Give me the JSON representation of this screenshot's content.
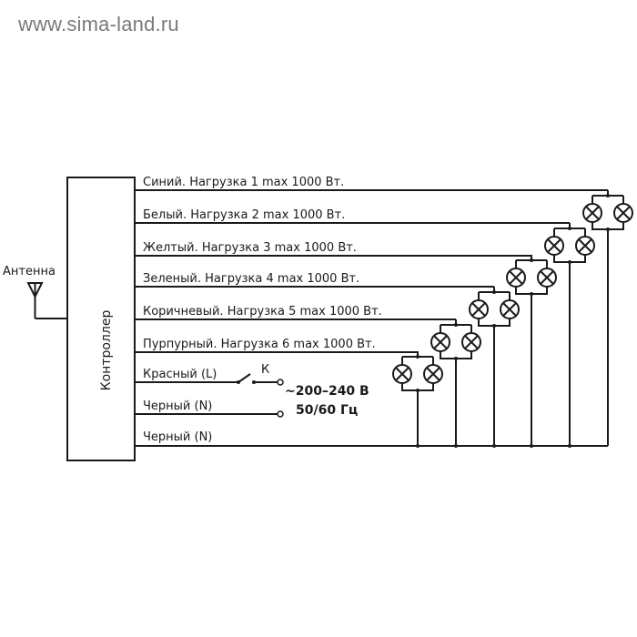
{
  "watermark": "www.sima-land.ru",
  "antenna": {
    "label": "Антенна"
  },
  "controller": {
    "label": "Контроллер"
  },
  "wires": [
    {
      "label": "Синий. Нагрузка 1 max 1000 Вт.",
      "color_name": "Синий",
      "load": 1,
      "max_watts": 1000
    },
    {
      "label": "Белый. Нагрузка 2 max 1000 Вт.",
      "color_name": "Белый",
      "load": 2,
      "max_watts": 1000
    },
    {
      "label": "Желтый. Нагрузка 3 max 1000 Вт.",
      "color_name": "Желтый",
      "load": 3,
      "max_watts": 1000
    },
    {
      "label": "Зеленый. Нагрузка 4 max 1000 Вт.",
      "color_name": "Зеленый",
      "load": 4,
      "max_watts": 1000
    },
    {
      "label": "Коричневый. Нагрузка 5 max 1000 Вт.",
      "color_name": "Коричневый",
      "load": 5,
      "max_watts": 1000
    },
    {
      "label": "Пурпурный. Нагрузка 6 max 1000 Вт.",
      "color_name": "Пурпурный",
      "load": 6,
      "max_watts": 1000
    },
    {
      "label": "Красный (L)"
    },
    {
      "label": "Черный  (N)"
    },
    {
      "label": "Черный  (N)"
    }
  ],
  "switch": {
    "label": "К"
  },
  "power": {
    "voltage": "~200–240 В",
    "frequency": "50/60 Гц"
  },
  "lamp_groups": 6,
  "lamps_per_group": 2
}
